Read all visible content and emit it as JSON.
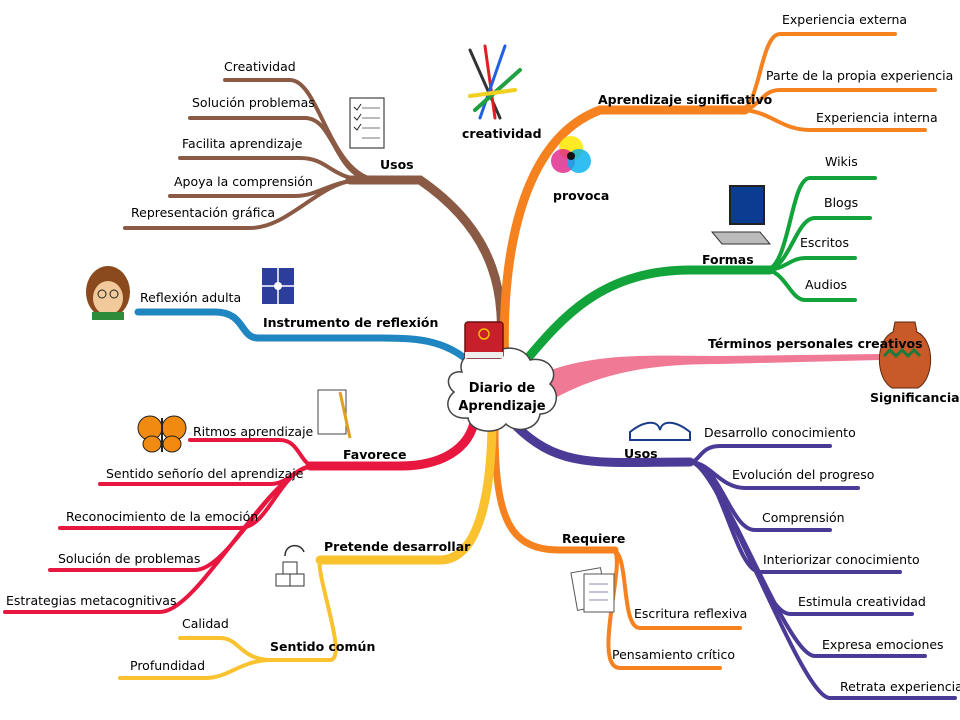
{
  "center": {
    "line1": "Diario de",
    "line2": "Aprendizaje"
  },
  "icons": {
    "creatividad": "creatividad",
    "provoca": "provoca",
    "significancia": "Significancia"
  },
  "branches": {
    "aprendizaje": {
      "label": "Aprendizaje significativo",
      "color": "#f5821f",
      "items": [
        "Experiencia externa",
        "Parte de la propia experiencia",
        "Experiencia interna"
      ]
    },
    "formas": {
      "label": "Formas",
      "color": "#12a33a",
      "items": [
        "Wikis",
        "Blogs",
        "Escritos",
        "Audios"
      ]
    },
    "terminos": {
      "label": "Términos personales creativos",
      "color": "#f07a95"
    },
    "usos_right": {
      "label": "Usos",
      "color": "#4b3a96",
      "items": [
        "Desarrollo conocimiento",
        "Evolución del progreso",
        "Comprensión",
        "Interiorizar conocimiento",
        "Estimula creatividad",
        "Expresa emociones",
        "Retrata experiencias"
      ]
    },
    "requiere": {
      "label": "Requiere",
      "color": "#f5821f",
      "items": [
        "Escritura reflexiva",
        "Pensamiento crítico"
      ]
    },
    "pretende": {
      "label": "Pretende desarrollar",
      "color": "#f9c22e",
      "sub_label": "Sentido común",
      "sub_items": [
        "Calidad",
        "Profundidad"
      ]
    },
    "favorece": {
      "label": "Favorece",
      "color": "#e8173f",
      "items": [
        "Ritmos aprendizaje",
        "Sentido señorío del aprendizaje",
        "Reconocimiento de la emoción",
        "Solución de problemas",
        "Estrategias metacognitivas"
      ]
    },
    "instrumento": {
      "label": "Instrumento de reflexión",
      "color": "#1f86c2",
      "items": [
        "Reflexión adulta"
      ]
    },
    "usos_left": {
      "label": "Usos",
      "color": "#8a5a44",
      "items": [
        "Creatividad",
        "Solución problemas",
        "Facilita aprendizaje",
        "Apoya la comprensión",
        "Representación gráfica"
      ]
    }
  }
}
